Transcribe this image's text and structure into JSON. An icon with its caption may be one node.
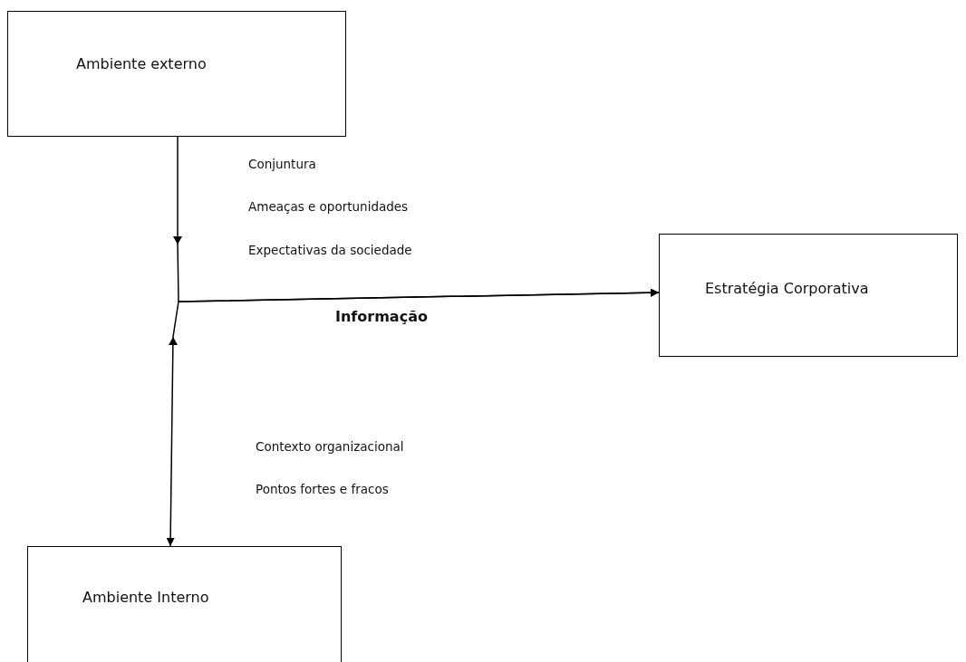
{
  "diagram": {
    "nodes": [
      {
        "text": [
          "Ambiente externo"
        ]
      },
      {
        "text": [
          "Estratégia Corporativa"
        ]
      },
      {
        "text": [
          "Ambiente Interno"
        ]
      }
    ],
    "edges": [
      {
        "from": 0,
        "to": 1,
        "arrow": "to",
        "label": "Informação"
      },
      {
        "from": 2,
        "to": 1,
        "arrow": "both"
      }
    ],
    "labels": [
      "Conjuntura",
      "Ameaças e oportunidades",
      "Expectativas da sociedade",
      "Contexto organizacional",
      "Pontos fortes e fracos"
    ]
  }
}
